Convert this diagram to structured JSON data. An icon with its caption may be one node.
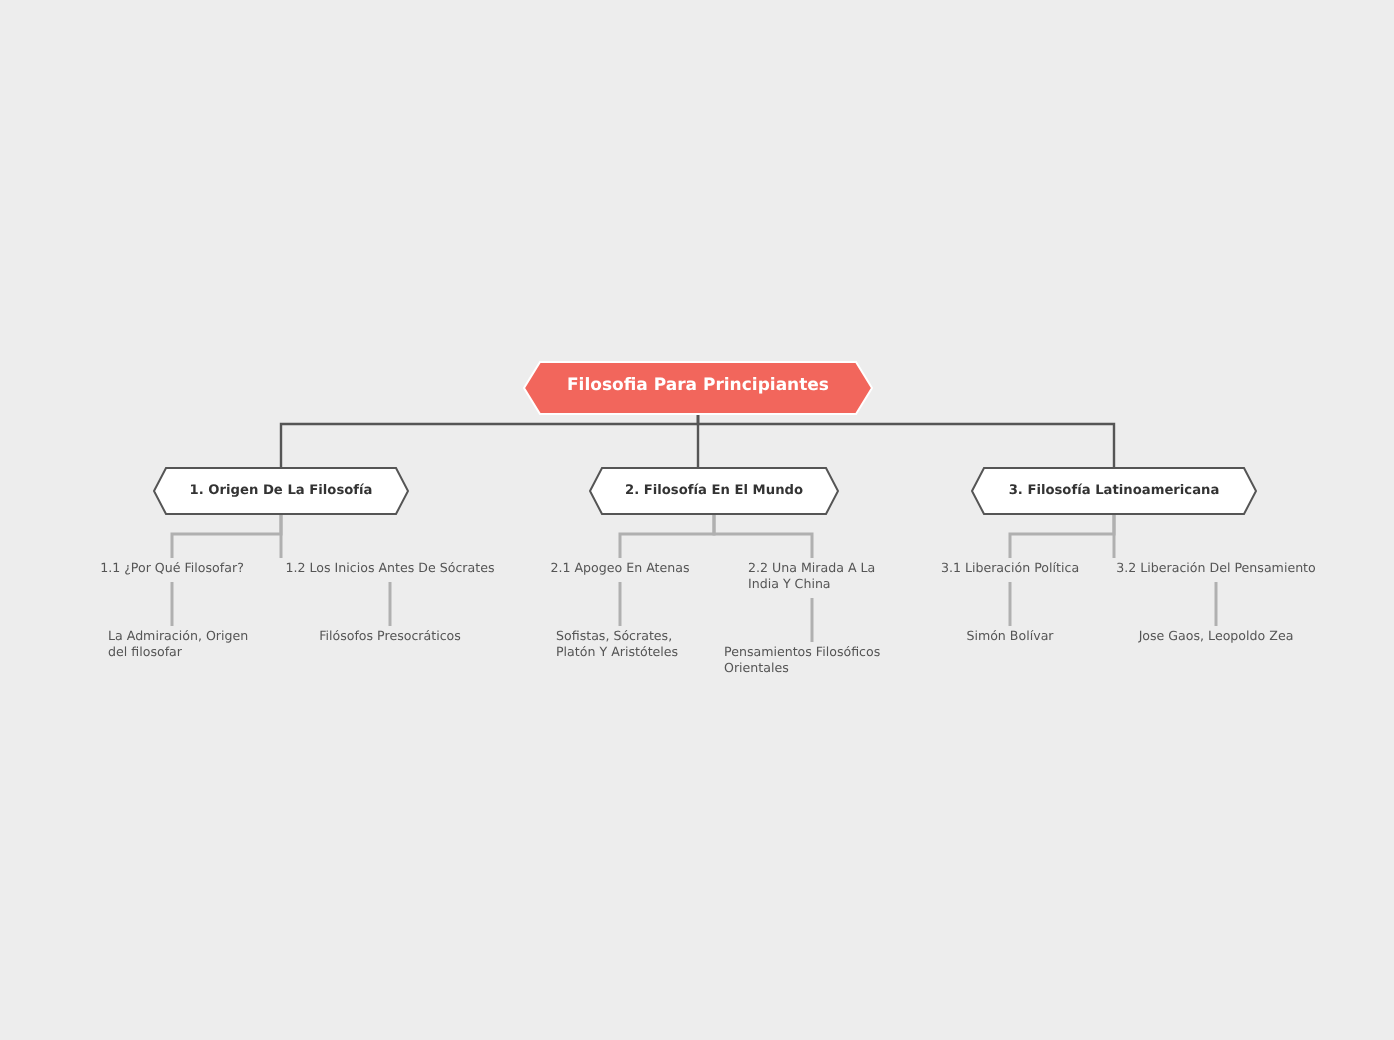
{
  "diagram": {
    "nodes": [
      {
        "text": [
          "Filosofia Para Principiantes"
        ]
      },
      {
        "text": [
          "1. Origen De La Filosofía"
        ]
      },
      {
        "text": [
          "2. Filosofía En El Mundo"
        ]
      },
      {
        "text": [
          "3. Filosofía Latinoamericana"
        ]
      },
      {
        "text": [
          "1.1 ¿Por Qué Filosofar?"
        ]
      },
      {
        "text": [
          "1.2 Los Inicios Antes De Sócrates"
        ]
      },
      {
        "text": [
          "2.1 Apogeo En Atenas"
        ]
      },
      {
        "text": [
          "2.2 Una Mirada A La India Y China"
        ]
      },
      {
        "text": [
          "3.1 Liberación Política"
        ]
      },
      {
        "text": [
          "3.2 Liberación Del Pensamiento"
        ]
      },
      {
        "text": [
          "La Admiración, Origen del filosofar"
        ]
      },
      {
        "text": [
          "Filósofos Presocráticos"
        ]
      },
      {
        "text": [
          "Sofistas, Sócrates, Platón Y Aristóteles"
        ]
      },
      {
        "text": [
          "Pensamientos Filosóficos Orientales"
        ]
      },
      {
        "text": [
          "Simón Bolívar"
        ]
      },
      {
        "text": [
          "Jose Gaos, Leopoldo Zea"
        ]
      }
    ],
    "edges": [
      {
        "from": 0,
        "to": 1,
        "arrow": "none",
        "color": "#555555"
      },
      {
        "from": 0,
        "to": 2,
        "arrow": "none",
        "color": "#555555"
      },
      {
        "from": 0,
        "to": 3,
        "arrow": "none",
        "color": "#555555"
      },
      {
        "from": 1,
        "to": 4,
        "arrow": "none"
      },
      {
        "from": 1,
        "to": 5,
        "arrow": "none"
      },
      {
        "from": 2,
        "to": 6,
        "arrow": "none"
      },
      {
        "from": 2,
        "to": 7,
        "arrow": "none"
      },
      {
        "from": 3,
        "to": 8,
        "arrow": "none"
      },
      {
        "from": 3,
        "to": 9,
        "arrow": "none"
      },
      {
        "from": 4,
        "to": 10,
        "arrow": "none"
      },
      {
        "from": 5,
        "to": 11,
        "arrow": "none"
      },
      {
        "from": 6,
        "to": 12,
        "arrow": "none"
      },
      {
        "from": 7,
        "to": 13,
        "arrow": "none"
      },
      {
        "from": 8,
        "to": 14,
        "arrow": "none"
      },
      {
        "from": 9,
        "to": 15,
        "arrow": "none"
      }
    ]
  }
}
